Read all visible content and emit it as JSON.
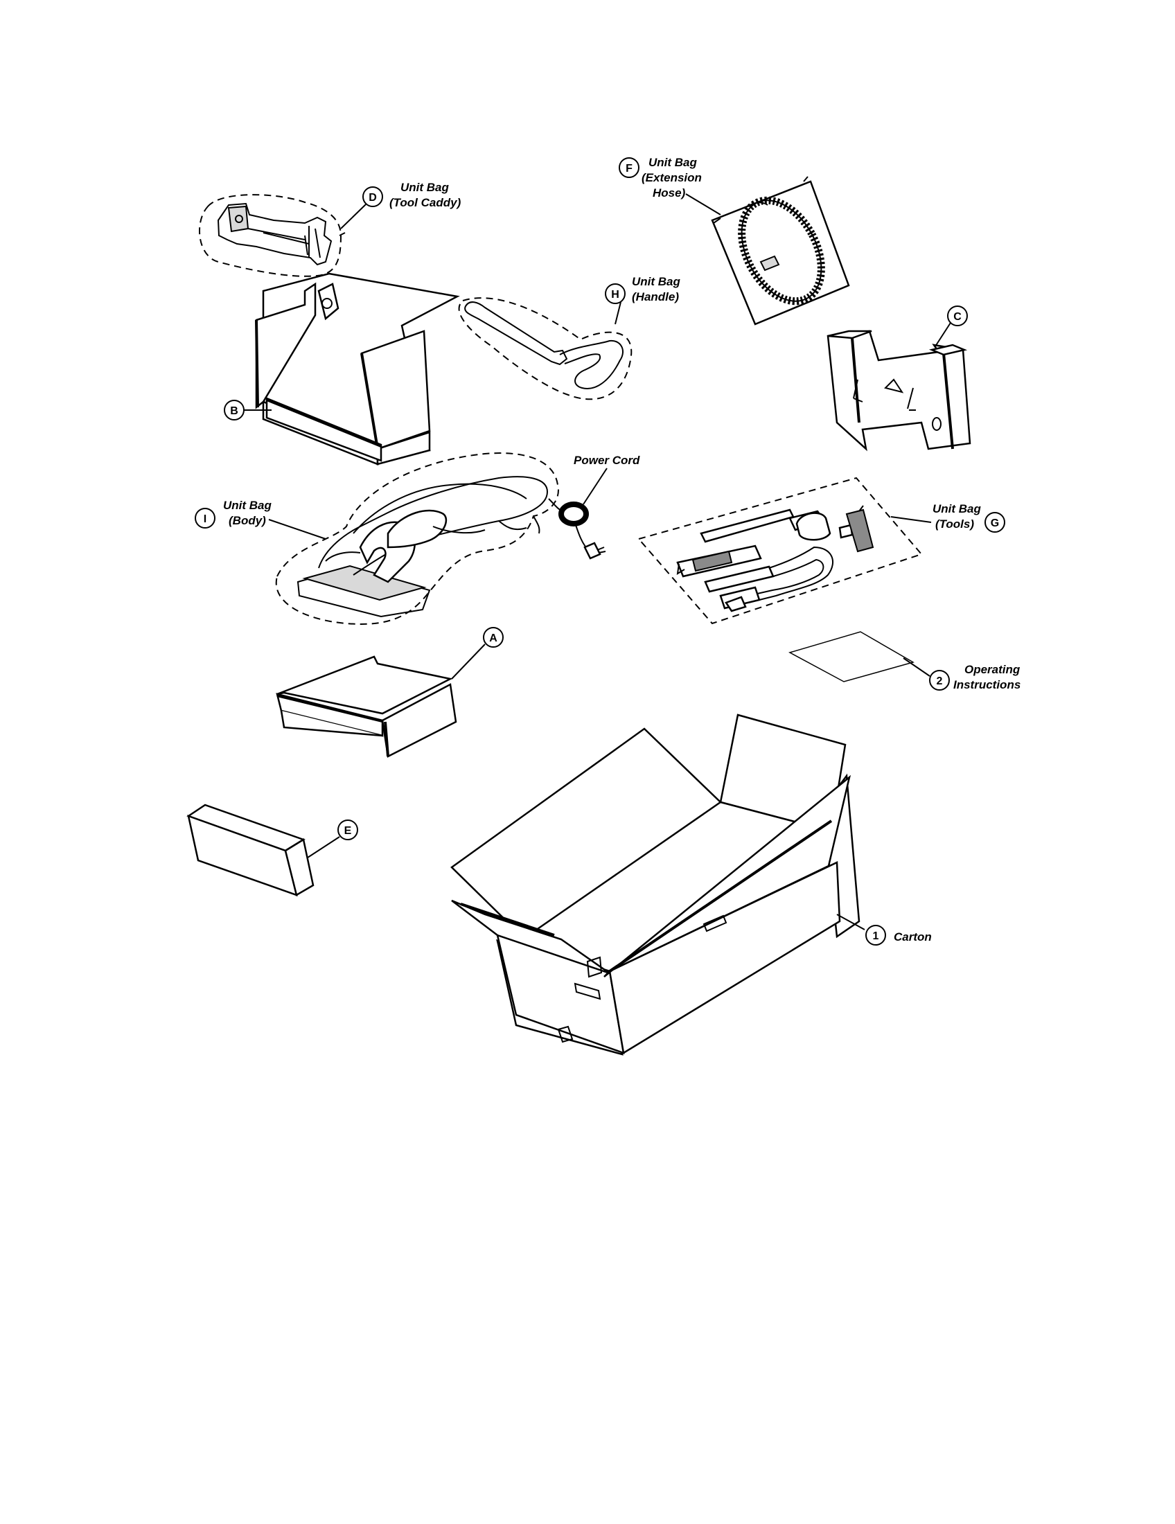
{
  "labels": {
    "D": {
      "id": "D",
      "line1": "Unit Bag",
      "line2": "(Tool Caddy)"
    },
    "F": {
      "id": "F",
      "line1": "Unit Bag",
      "line2": "(Extension",
      "line3": "Hose)"
    },
    "H": {
      "id": "H",
      "line1": "Unit Bag",
      "line2": "(Handle)"
    },
    "C": {
      "id": "C"
    },
    "B": {
      "id": "B"
    },
    "power_cord": {
      "text": "Power Cord"
    },
    "I": {
      "id": "I",
      "line1": "Unit Bag",
      "line2": "(Body)"
    },
    "G": {
      "id": "G",
      "line1": "Unit Bag",
      "line2": "(Tools)"
    },
    "A": {
      "id": "A"
    },
    "op2": {
      "id": "2",
      "line1": "Operating",
      "line2": "Instructions"
    },
    "E": {
      "id": "E"
    },
    "carton": {
      "id": "1",
      "text": "Carton"
    }
  }
}
